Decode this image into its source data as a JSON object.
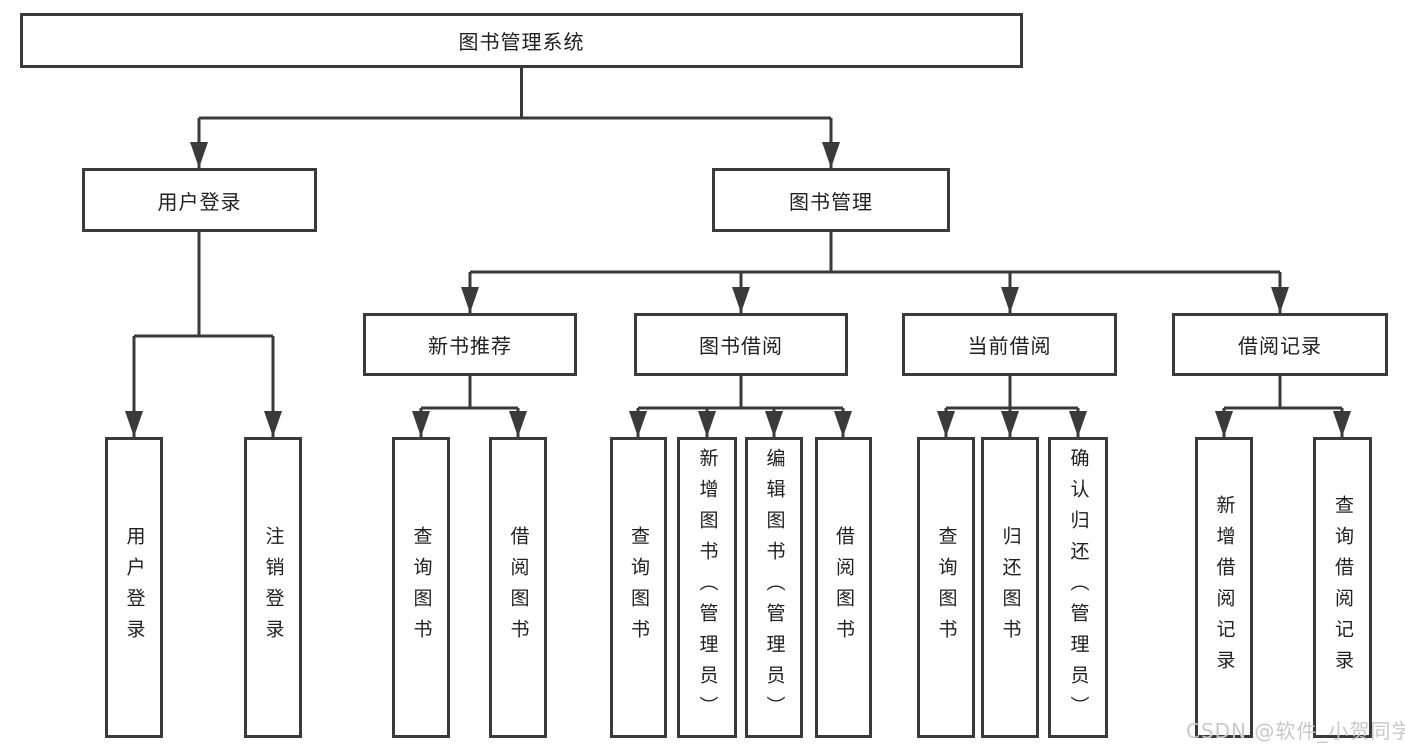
{
  "tree": {
    "root": {
      "label": "图书管理系统"
    },
    "branches": [
      {
        "label": "用户登录",
        "children": [
          {
            "label": "用户登录"
          },
          {
            "label": "注销登录"
          }
        ]
      },
      {
        "label": "图书管理",
        "children": [
          {
            "label": "新书推荐",
            "children": [
              {
                "label": "查询图书"
              },
              {
                "label": "借阅图书"
              }
            ]
          },
          {
            "label": "图书借阅",
            "children": [
              {
                "label": "查询图书"
              },
              {
                "label": "新增图书（管理员）"
              },
              {
                "label": "编辑图书（管理员）"
              },
              {
                "label": "借阅图书"
              }
            ]
          },
          {
            "label": "当前借阅",
            "children": [
              {
                "label": "查询图书"
              },
              {
                "label": "归还图书"
              },
              {
                "label": "确认归还（管理员）"
              }
            ]
          },
          {
            "label": "借阅记录",
            "children": [
              {
                "label": "新增借阅记录"
              },
              {
                "label": "查询借阅记录"
              }
            ]
          }
        ]
      }
    ]
  },
  "watermark": {
    "text": "CSDN @软件_小贺同学"
  },
  "colors": {
    "line": "#3a3a3a",
    "box_border": "#3a3a3a",
    "text": "#1f1f1f",
    "watermark": "#c9c9c9",
    "background": "#ffffff"
  }
}
